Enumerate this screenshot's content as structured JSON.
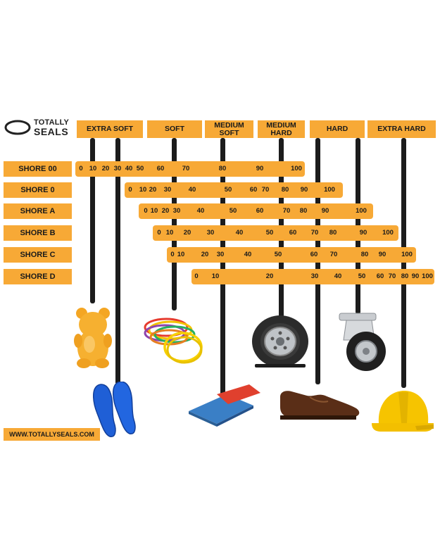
{
  "logo": {
    "line1": "TOTALLY",
    "line2": "SEALS"
  },
  "colors": {
    "accent": "#f7a936",
    "pole": "#1c1c1c",
    "text": "#1a1a1a"
  },
  "categories": [
    {
      "label": "EXTRA SOFT"
    },
    {
      "label": "SOFT"
    },
    {
      "label": "MEDIUM SOFT"
    },
    {
      "label": "MEDIUM HARD"
    },
    {
      "label": "HARD"
    },
    {
      "label": "EXTRA HARD"
    }
  ],
  "scales": [
    {
      "name": "SHORE 00",
      "ticks": [
        "0",
        "10",
        "20",
        "30",
        "40",
        "50",
        "60",
        "70",
        "80",
        "90",
        "100"
      ]
    },
    {
      "name": "SHORE 0",
      "ticks": [
        "0",
        "10",
        "20",
        "30",
        "40",
        "50",
        "60",
        "70",
        "80",
        "90",
        "100"
      ]
    },
    {
      "name": "SHORE A",
      "ticks": [
        "0",
        "10",
        "20",
        "30",
        "40",
        "50",
        "60",
        "70",
        "80",
        "90",
        "100"
      ]
    },
    {
      "name": "SHORE B",
      "ticks": [
        "0",
        "10",
        "20",
        "30",
        "40",
        "50",
        "60",
        "70",
        "80",
        "90",
        "100"
      ]
    },
    {
      "name": "SHORE C",
      "ticks": [
        "0",
        "10",
        "20",
        "30",
        "40",
        "50",
        "60",
        "70",
        "80",
        "90",
        "100"
      ]
    },
    {
      "name": "SHORE D",
      "ticks": [
        "0",
        "10",
        "20",
        "30",
        "40",
        "50",
        "60",
        "70",
        "80",
        "90",
        "100"
      ]
    }
  ],
  "examples": [
    {
      "icon": "gummy-bear-icon"
    },
    {
      "icon": "shoe-insoles-icon"
    },
    {
      "icon": "rubber-bands-icon"
    },
    {
      "icon": "eraser-icon"
    },
    {
      "icon": "car-tire-icon"
    },
    {
      "icon": "leather-shoe-icon"
    },
    {
      "icon": "caster-wheel-icon"
    },
    {
      "icon": "hard-hat-icon"
    }
  ],
  "footer": {
    "url": "WWW.TOTALLYSEALS.COM"
  }
}
